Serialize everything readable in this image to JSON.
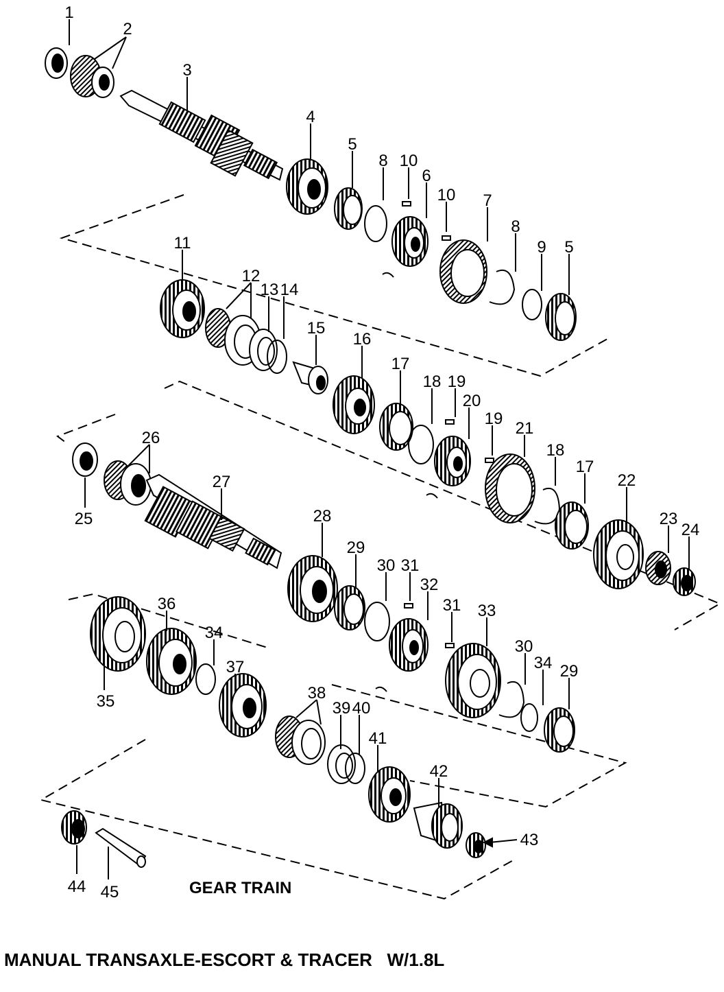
{
  "diagram": {
    "subtitle": "GEAR TRAIN",
    "caption": "MANUAL TRANSAXLE-ESCORT & TRACER   W/1.8L",
    "callouts": [
      "1",
      "2",
      "3",
      "4",
      "5",
      "8",
      "10",
      "6",
      "10",
      "7",
      "8",
      "9",
      "5",
      "11",
      "12",
      "13",
      "14",
      "15",
      "16",
      "17",
      "18",
      "19",
      "20",
      "19",
      "21",
      "18",
      "17",
      "22",
      "23",
      "24",
      "25",
      "26",
      "27",
      "28",
      "29",
      "30",
      "31",
      "32",
      "31",
      "33",
      "30",
      "34",
      "29",
      "35",
      "36",
      "34",
      "37",
      "38",
      "39",
      "40",
      "41",
      "42",
      "43",
      "44",
      "45"
    ]
  }
}
